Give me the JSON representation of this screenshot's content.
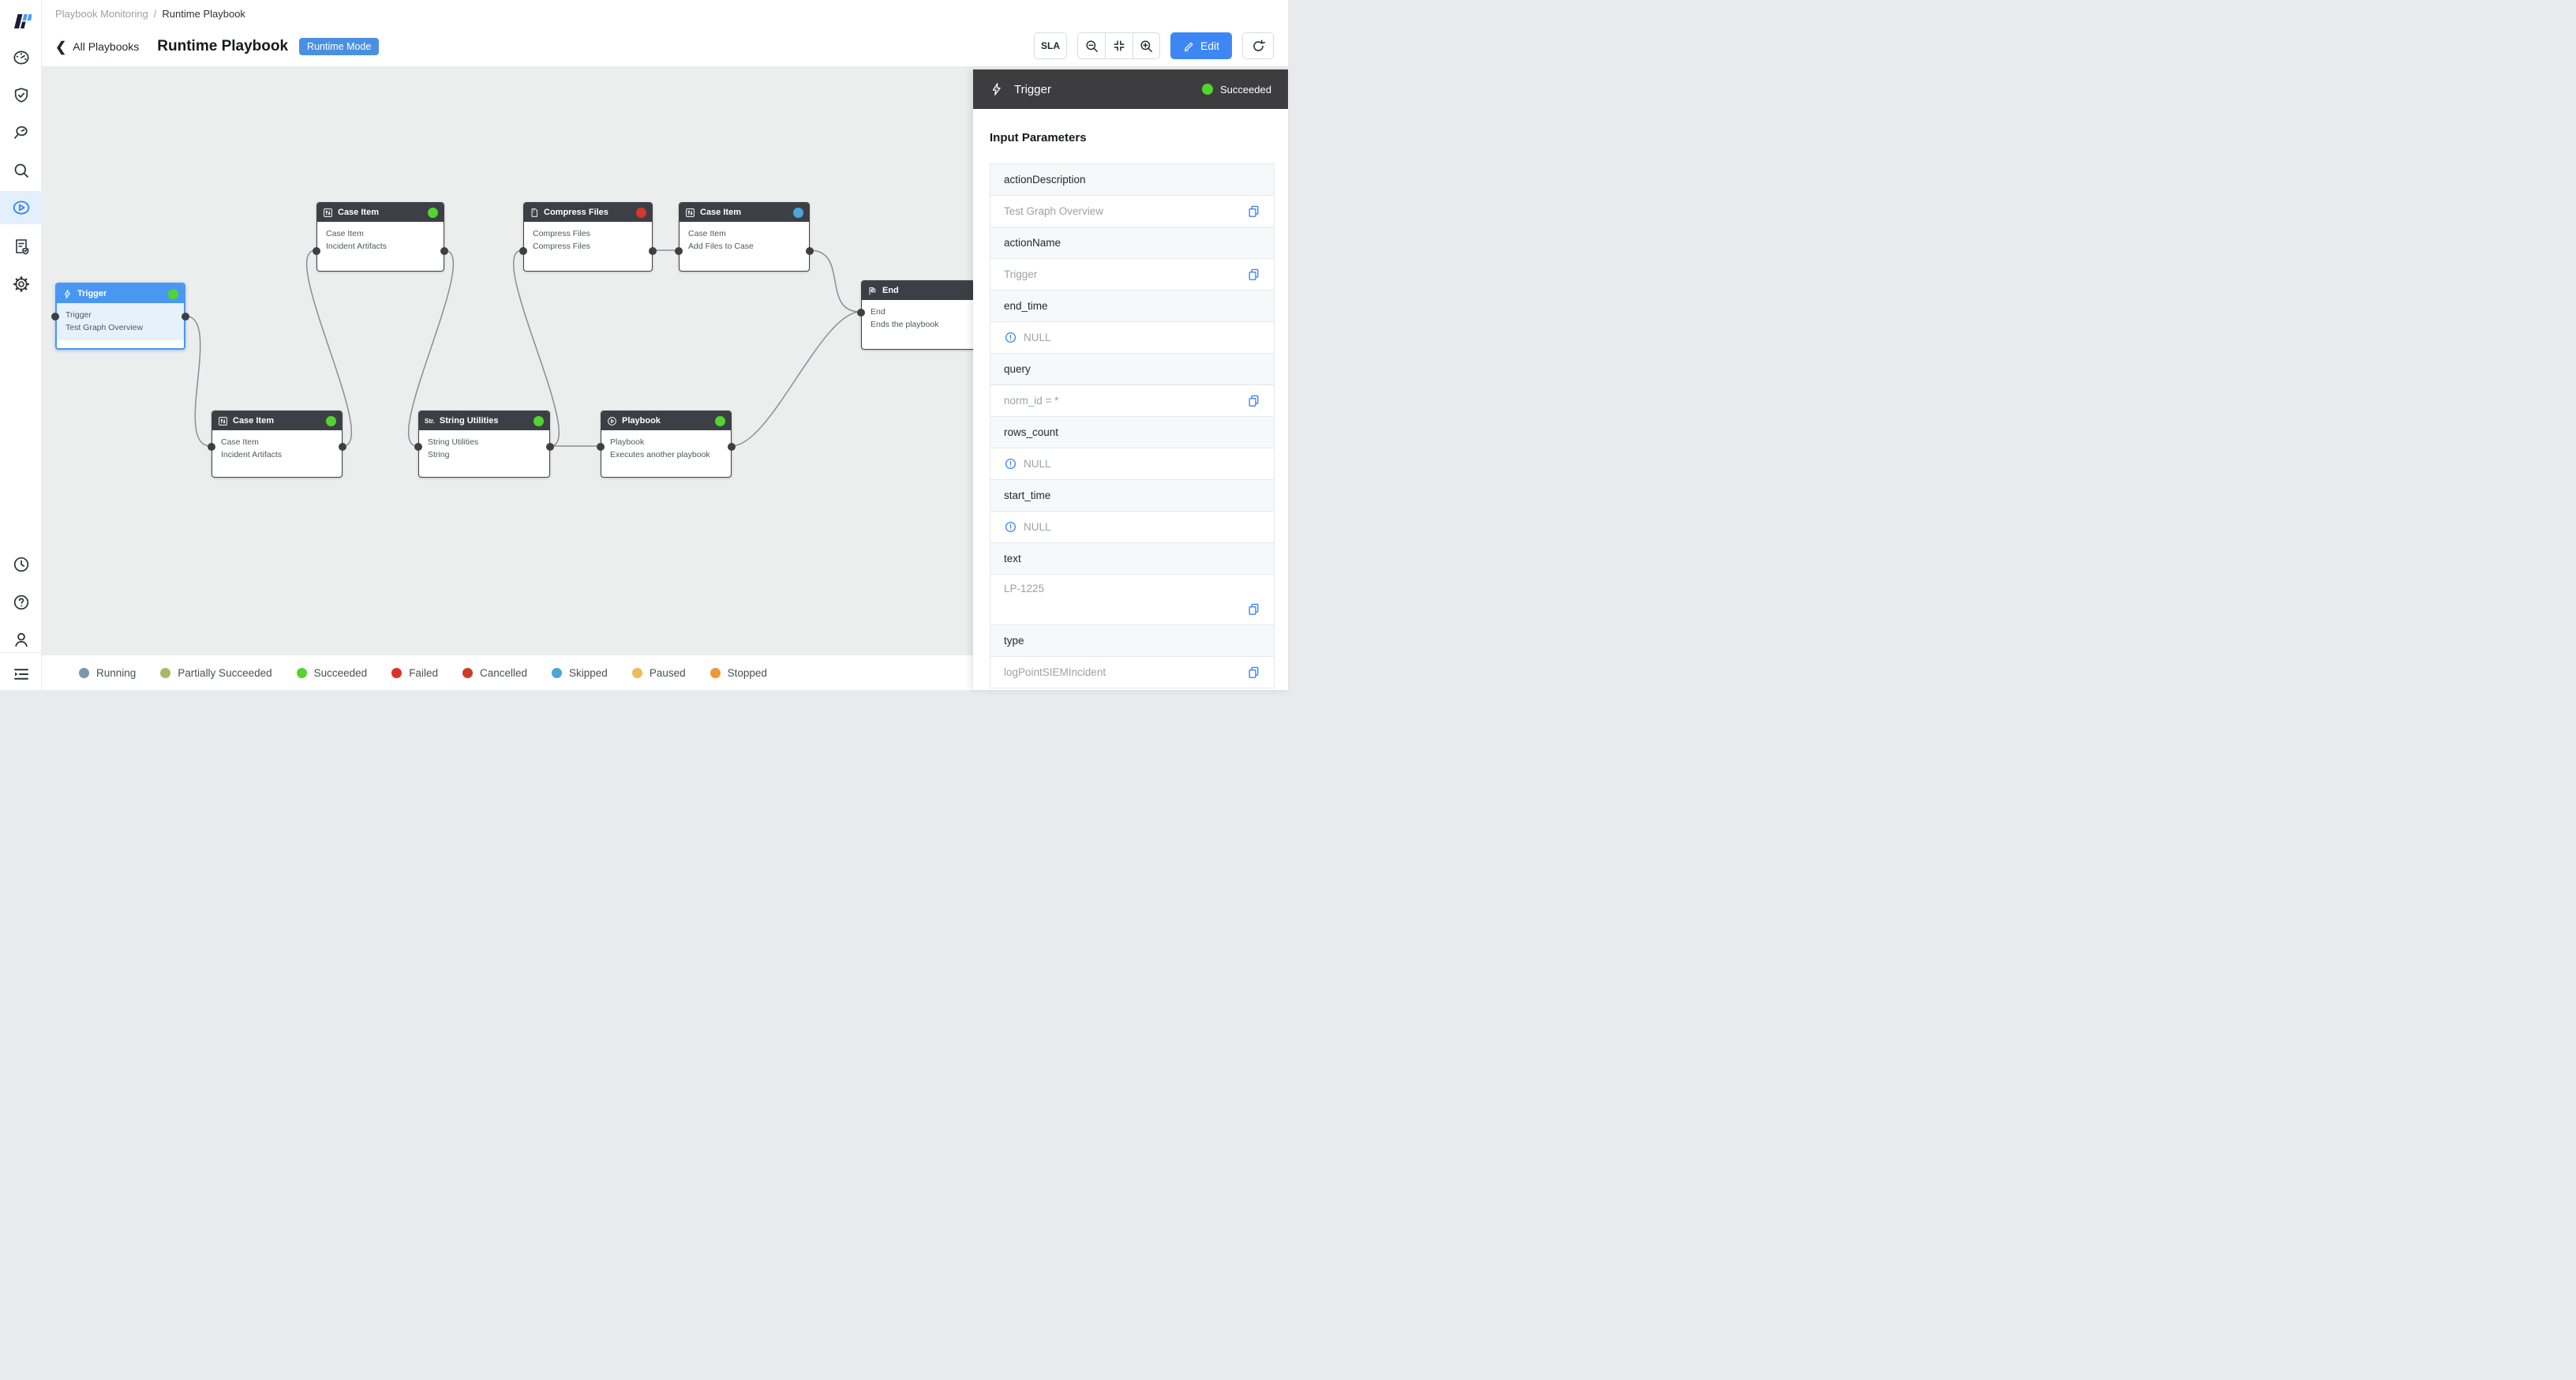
{
  "breadcrumb": {
    "parent": "Playbook Monitoring",
    "separator": "/",
    "current": "Runtime Playbook"
  },
  "header": {
    "back_label": "All Playbooks",
    "title": "Runtime Playbook",
    "mode_badge": "Runtime Mode",
    "sla_label": "SLA",
    "edit_label": "Edit"
  },
  "panel": {
    "title": "Trigger",
    "status": "Succeeded",
    "status_color": "#53d430",
    "section_title": "Input Parameters",
    "params": [
      {
        "name": "actionDescription",
        "value": "Test Graph Overview"
      },
      {
        "name": "actionName",
        "value": "Trigger"
      },
      {
        "name": "end_time",
        "value": "NULL"
      },
      {
        "name": "query",
        "value": "norm_id = *"
      },
      {
        "name": "rows_count",
        "value": "NULL"
      },
      {
        "name": "start_time",
        "value": "NULL"
      },
      {
        "name": "text",
        "value": "LP-1225"
      },
      {
        "name": "type",
        "value": "logPointSIEMIncident"
      }
    ]
  },
  "nodes": [
    {
      "title": "Trigger",
      "line1": "Trigger",
      "line2": "Test Graph Overview",
      "status_color": "#53d430"
    },
    {
      "title": "Case Item",
      "line1": "Case Item",
      "line2": "Incident Artifacts",
      "status_color": "#53d430"
    },
    {
      "title": "Compress Files",
      "line1": "Compress Files",
      "line2": "Compress Files",
      "status_color": "#d8352b"
    },
    {
      "title": "Case Item",
      "line1": "Case Item",
      "line2": "Add Files to Case",
      "status_color": "#4ba7d9"
    },
    {
      "title": "Case Item",
      "line1": "Case Item",
      "line2": "Incident Artifacts",
      "status_color": "#53d430"
    },
    {
      "title": "String Utilities",
      "line1": "String Utilities",
      "line2": "String",
      "status_color": "#53d430"
    },
    {
      "title": "Playbook",
      "line1": "Playbook",
      "line2": "Executes another playbook",
      "status_color": "#53d430"
    },
    {
      "title": "End",
      "line1": "End",
      "line2": "Ends the playbook",
      "status_color": ""
    }
  ],
  "legend": {
    "items": [
      {
        "label": "Running",
        "color": "#7d96ad"
      },
      {
        "label": "Partially Succeeded",
        "color": "#a6b864"
      },
      {
        "label": "Succeeded",
        "color": "#53d430"
      },
      {
        "label": "Failed",
        "color": "#da3226"
      },
      {
        "label": "Cancelled",
        "color": "#cc3d25"
      },
      {
        "label": "Skipped",
        "color": "#4ba7d9"
      },
      {
        "label": "Paused",
        "color": "#efb95c"
      },
      {
        "label": "Stopped",
        "color": "#ef9735"
      }
    ]
  },
  "colors": {
    "accent": "#3b82f6",
    "selected_node": "#4a97f2",
    "node_header": "#3c4046"
  }
}
